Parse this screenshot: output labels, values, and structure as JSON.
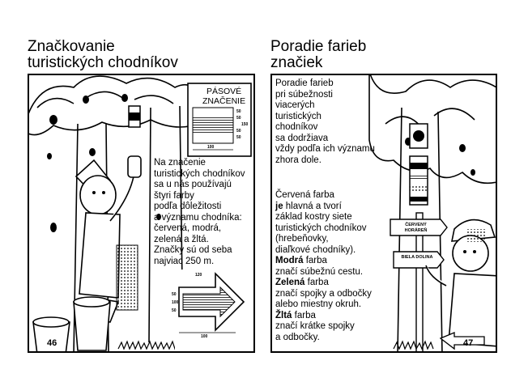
{
  "left_page": {
    "title_lines": [
      "Značkovanie",
      "turistických chodníkov"
    ],
    "sign_box_lines": [
      "PÁSOVÉ",
      "ZNAČENIE"
    ],
    "sign_dims": {
      "width": "100",
      "heights": [
        "50",
        "50",
        "150",
        "50",
        "50"
      ]
    },
    "arrow_dims": {
      "width": "100",
      "heights": [
        "50",
        "100",
        "50"
      ],
      "angle_label": "120"
    },
    "body_lines": [
      "Na značenie",
      "turistických chodníkov",
      "sa u nás používajú",
      "štyri farby",
      "podľa dôležitosti",
      "a významu chodníka:",
      "červená, modrá,",
      "zelená a žltá.",
      "Značky sú od seba",
      "najviac 250 m."
    ],
    "page_number": "46"
  },
  "right_page": {
    "title_lines": [
      "Poradie farieb",
      "značiek"
    ],
    "intro_lines": [
      "Poradie farieb",
      "pri súbežnosti",
      "viacerých",
      "turistických",
      "chodníkov",
      "sa dodržiava",
      "vždy podľa ich významu",
      "zhora dole."
    ],
    "body_lines": [
      {
        "bold": "",
        "text": "Červená farba"
      },
      {
        "bold": "je",
        "text": " hlavná a tvorí"
      },
      {
        "bold": "",
        "text": "základ kostry siete"
      },
      {
        "bold": "",
        "text": "turistických chodníkov"
      },
      {
        "bold": "",
        "text": "(hrebeňovky,"
      },
      {
        "bold": "",
        "text": "diaľkové chodníky)."
      },
      {
        "bold": "Modrá",
        "text": " farba"
      },
      {
        "bold": "",
        "text": "značí súbežnú cestu."
      },
      {
        "bold": "Zelená",
        "text": " farba"
      },
      {
        "bold": "",
        "text": "značí spojky a odbočky"
      },
      {
        "bold": "",
        "text": "alebo miestny okruh."
      },
      {
        "bold": "Žltá",
        "text": " farba"
      },
      {
        "bold": "",
        "text": "značí krátke spojky"
      },
      {
        "bold": "",
        "text": "a odbočky."
      }
    ],
    "signpost_labels": [
      "ČERVENÝ HORÁREŇ",
      "BIELA DOLINA"
    ],
    "page_number": "47"
  }
}
